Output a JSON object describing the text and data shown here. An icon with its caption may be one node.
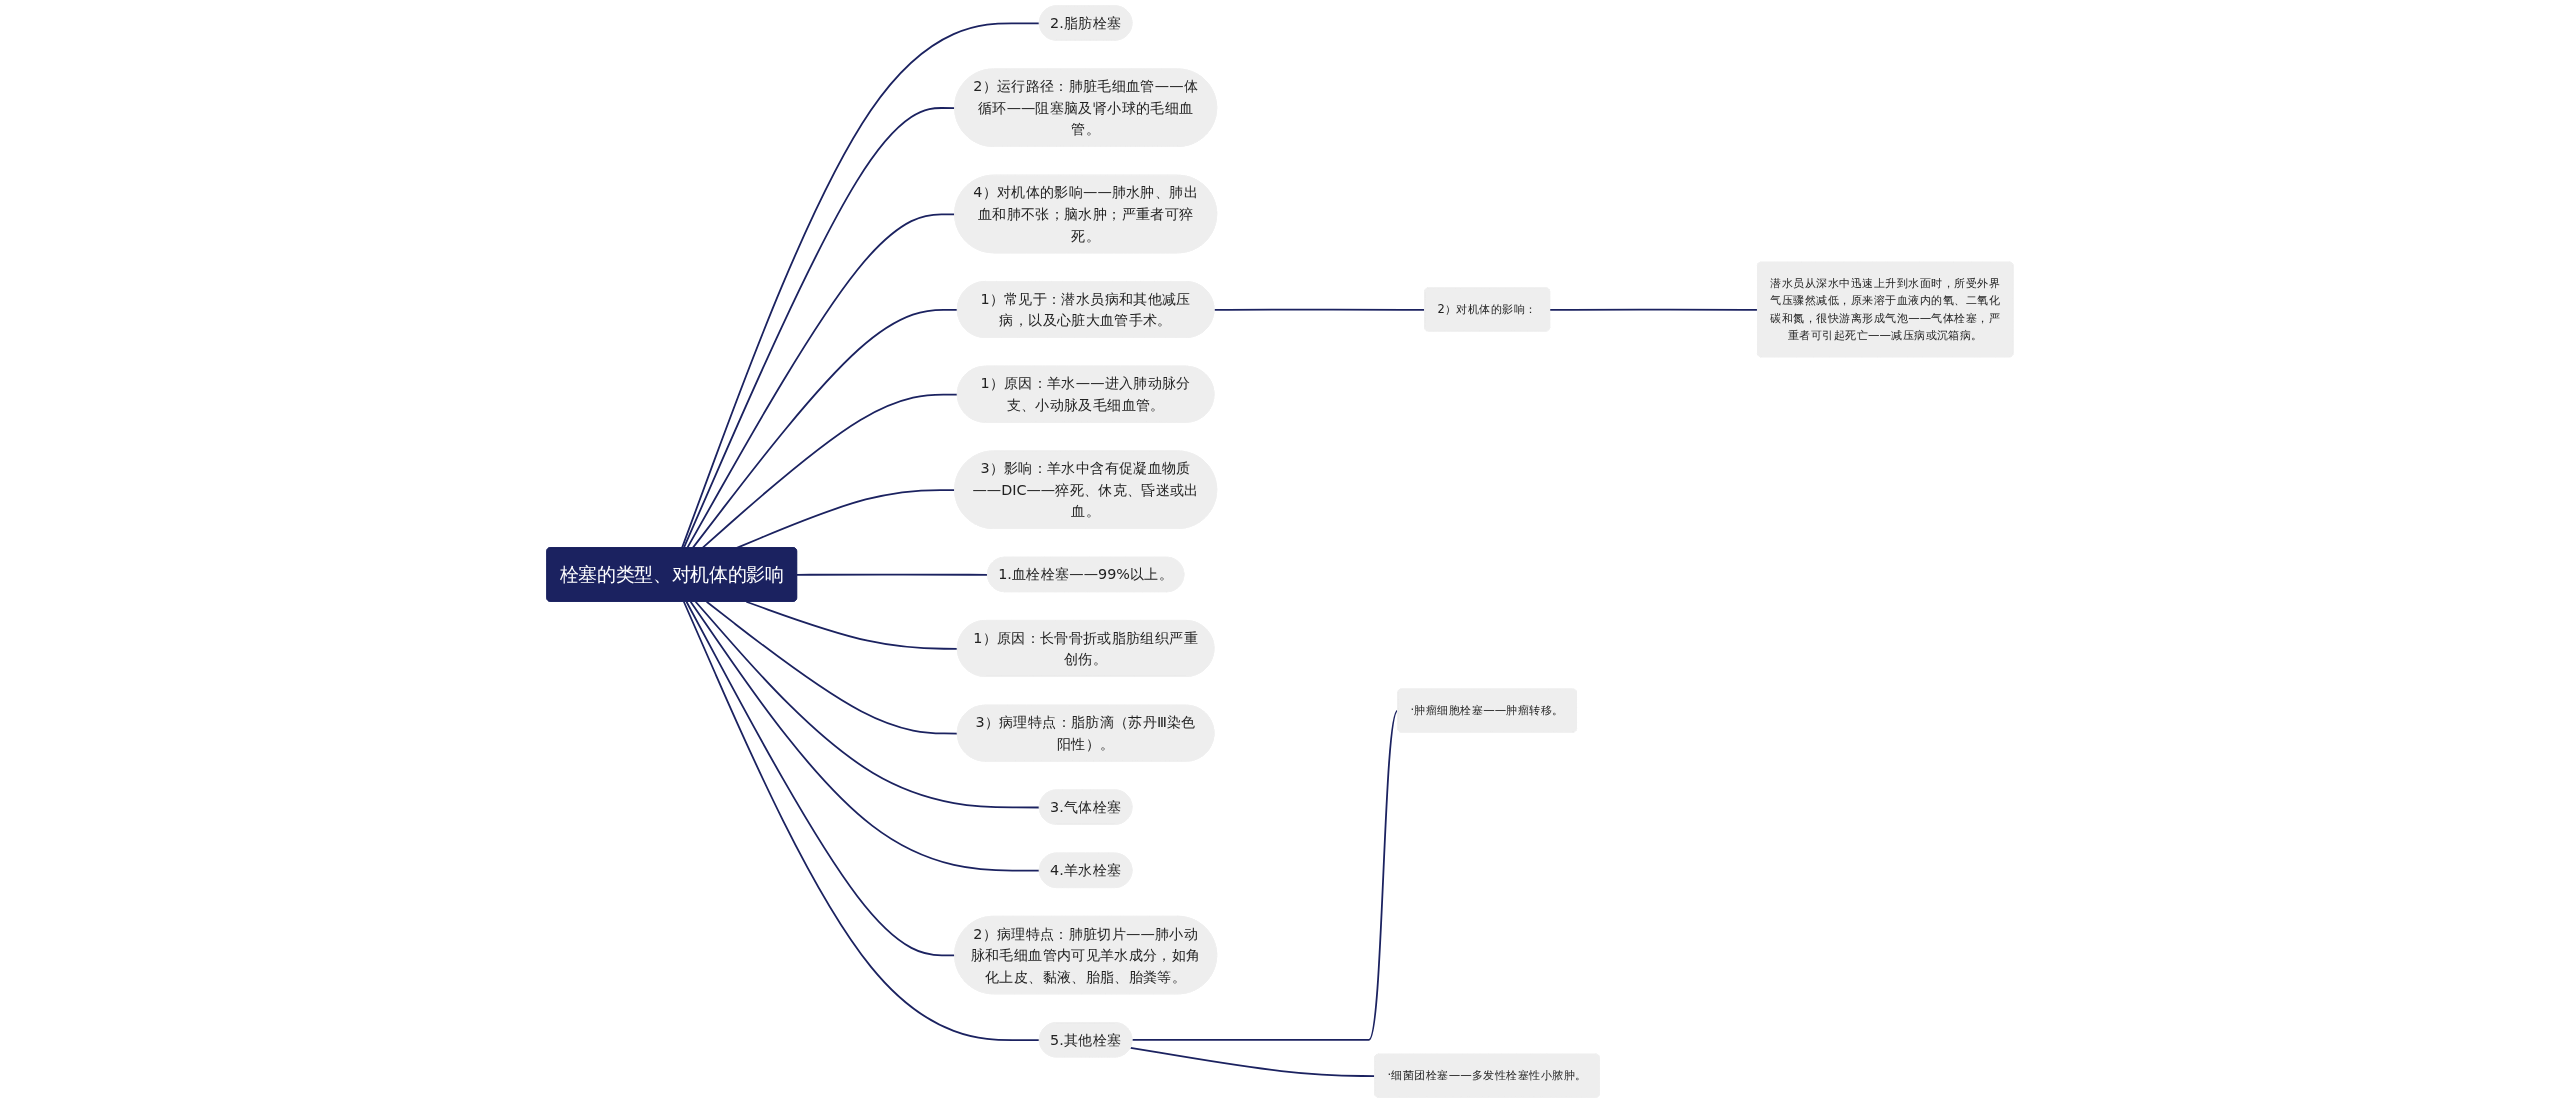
{
  "diagram": {
    "nodes": [
      {
        "text": [
          "栓塞的类型、对机体的影响"
        ]
      },
      {
        "text": [
          "2.脂肪栓塞"
        ]
      },
      {
        "text": [
          "2）运行路径：肺脏毛细血管——体循环——阻塞脑及肾小球的毛细血管。"
        ]
      },
      {
        "text": [
          "4）对机体的影响——肺水肿、肺出血和肺不张；脑水肿；严重者可猝死。"
        ]
      },
      {
        "text": [
          "1）常见于：潜水员病和其他减压病，以及心脏大血管手术。"
        ]
      },
      {
        "text": [
          "2）对机体的影响："
        ]
      },
      {
        "text": [
          "潜水员从深水中迅速上升到水面时，所受外界气压骤然减低，原来溶于血液内的氧、二氧化碳和氮，很快游离形成气泡——气体栓塞，严重者可引起死亡——减压病或沉箱病。"
        ]
      },
      {
        "text": [
          "1）原因：羊水——进入肺动脉分支、小动脉及毛细血管。"
        ]
      },
      {
        "text": [
          "3）影响：羊水中含有促凝血物质——DIC——猝死、休克、昏迷或出血。"
        ]
      },
      {
        "text": [
          "1.血栓栓塞——99%以上。"
        ]
      },
      {
        "text": [
          "1）原因：长骨骨折或脂肪组织严重创伤。"
        ]
      },
      {
        "text": [
          "3）病理特点：脂肪滴（苏丹Ⅲ染色阳性）。"
        ]
      },
      {
        "text": [
          "3.气体栓塞"
        ]
      },
      {
        "text": [
          "4.羊水栓塞"
        ]
      },
      {
        "text": [
          "2）病理特点：肺脏切片——肺小动脉和毛细血管内可见羊水成分，如角化上皮、黏液、胎脂、胎粪等。"
        ]
      },
      {
        "text": [
          "5.其他栓塞"
        ]
      },
      {
        "text": [
          "·肿瘤细胞栓塞——肿瘤转移。"
        ]
      },
      {
        "text": [
          "·细菌团栓塞——多发性栓塞性小脓肿。"
        ]
      }
    ],
    "edges": [
      {
        "from": 0,
        "to": 1,
        "arrow": "none"
      },
      {
        "from": 0,
        "to": 2,
        "arrow": "none"
      },
      {
        "from": 0,
        "to": 3,
        "arrow": "none"
      },
      {
        "from": 0,
        "to": 4,
        "arrow": "none"
      },
      {
        "from": 4,
        "to": 5,
        "arrow": "none"
      },
      {
        "from": 5,
        "to": 6,
        "arrow": "none"
      },
      {
        "from": 0,
        "to": 7,
        "arrow": "none"
      },
      {
        "from": 0,
        "to": 8,
        "arrow": "none"
      },
      {
        "from": 0,
        "to": 9,
        "arrow": "none"
      },
      {
        "from": 0,
        "to": 10,
        "arrow": "none"
      },
      {
        "from": 0,
        "to": 11,
        "arrow": "none"
      },
      {
        "from": 0,
        "to": 12,
        "arrow": "none"
      },
      {
        "from": 0,
        "to": 13,
        "arrow": "none"
      },
      {
        "from": 0,
        "to": 14,
        "arrow": "none"
      },
      {
        "from": 0,
        "to": 15,
        "arrow": "none"
      },
      {
        "from": 15,
        "to": 16,
        "arrow": "none"
      },
      {
        "from": 15,
        "to": 17,
        "arrow": "none"
      }
    ]
  }
}
